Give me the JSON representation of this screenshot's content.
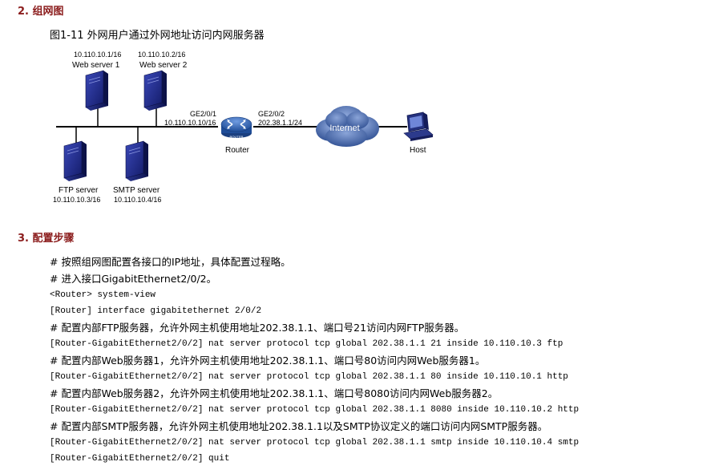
{
  "sections": {
    "networking_heading": "2. 组网图",
    "config_heading": "3. 配置步骤"
  },
  "figure": {
    "caption": "图1-11 外网用户通过外网地址访问内网服务器",
    "nodes": {
      "web1": {
        "ip": "10.110.10.1/16",
        "name": "Web server 1"
      },
      "web2": {
        "ip": "10.110.10.2/16",
        "name": "Web server 2"
      },
      "ftp": {
        "name": "FTP server",
        "ip": "10.110.10.3/16"
      },
      "smtp": {
        "name": "SMTP server",
        "ip": "10.110.10.4/16"
      },
      "router": {
        "name": "Router",
        "badge": "ROUTER"
      },
      "internet": {
        "name": "Internet"
      },
      "host": {
        "name": "Host"
      }
    },
    "interfaces": {
      "inside": {
        "name": "GE2/0/1",
        "ip": "10.110.10.10/16"
      },
      "outside": {
        "name": "GE2/0/2",
        "ip": "202.38.1.1/24"
      }
    }
  },
  "steps": [
    {
      "type": "text",
      "content": "# 按照组网图配置各接口的IP地址，具体配置过程略。"
    },
    {
      "type": "text",
      "content": "# 进入接口GigabitEthernet2/0/2。"
    },
    {
      "type": "code",
      "content": "<Router> system-view"
    },
    {
      "type": "code",
      "content": "[Router] interface gigabitethernet 2/0/2"
    },
    {
      "type": "text",
      "content": "# 配置内部FTP服务器，允许外网主机使用地址202.38.1.1、端口号21访问内网FTP服务器。"
    },
    {
      "type": "code",
      "content": "[Router-GigabitEthernet2/0/2] nat server protocol tcp global 202.38.1.1 21 inside 10.110.10.3 ftp"
    },
    {
      "type": "text",
      "content": "# 配置内部Web服务器1，允许外网主机使用地址202.38.1.1、端口号80访问内网Web服务器1。"
    },
    {
      "type": "code",
      "content": "[Router-GigabitEthernet2/0/2] nat server protocol tcp global 202.38.1.1 80 inside 10.110.10.1 http"
    },
    {
      "type": "text",
      "content": "# 配置内部Web服务器2，允许外网主机使用地址202.38.1.1、端口号8080访问内网Web服务器2。"
    },
    {
      "type": "code",
      "content": "[Router-GigabitEthernet2/0/2] nat server protocol tcp global 202.38.1.1 8080 inside 10.110.10.2 http"
    },
    {
      "type": "text",
      "content": "# 配置内部SMTP服务器，允许外网主机使用地址202.38.1.1以及SMTP协议定义的端口访问内网SMTP服务器。"
    },
    {
      "type": "code",
      "content": "[Router-GigabitEthernet2/0/2] nat server protocol tcp global 202.38.1.1 smtp inside 10.110.10.4 smtp"
    },
    {
      "type": "code",
      "content": "[Router-GigabitEthernet2/0/2] quit"
    }
  ],
  "colors": {
    "heading": "#8b1c1c",
    "server_blue": "#1e2a8c",
    "router_blue": "#2e5fa8",
    "cloud_blue": "#3a5a9a"
  }
}
